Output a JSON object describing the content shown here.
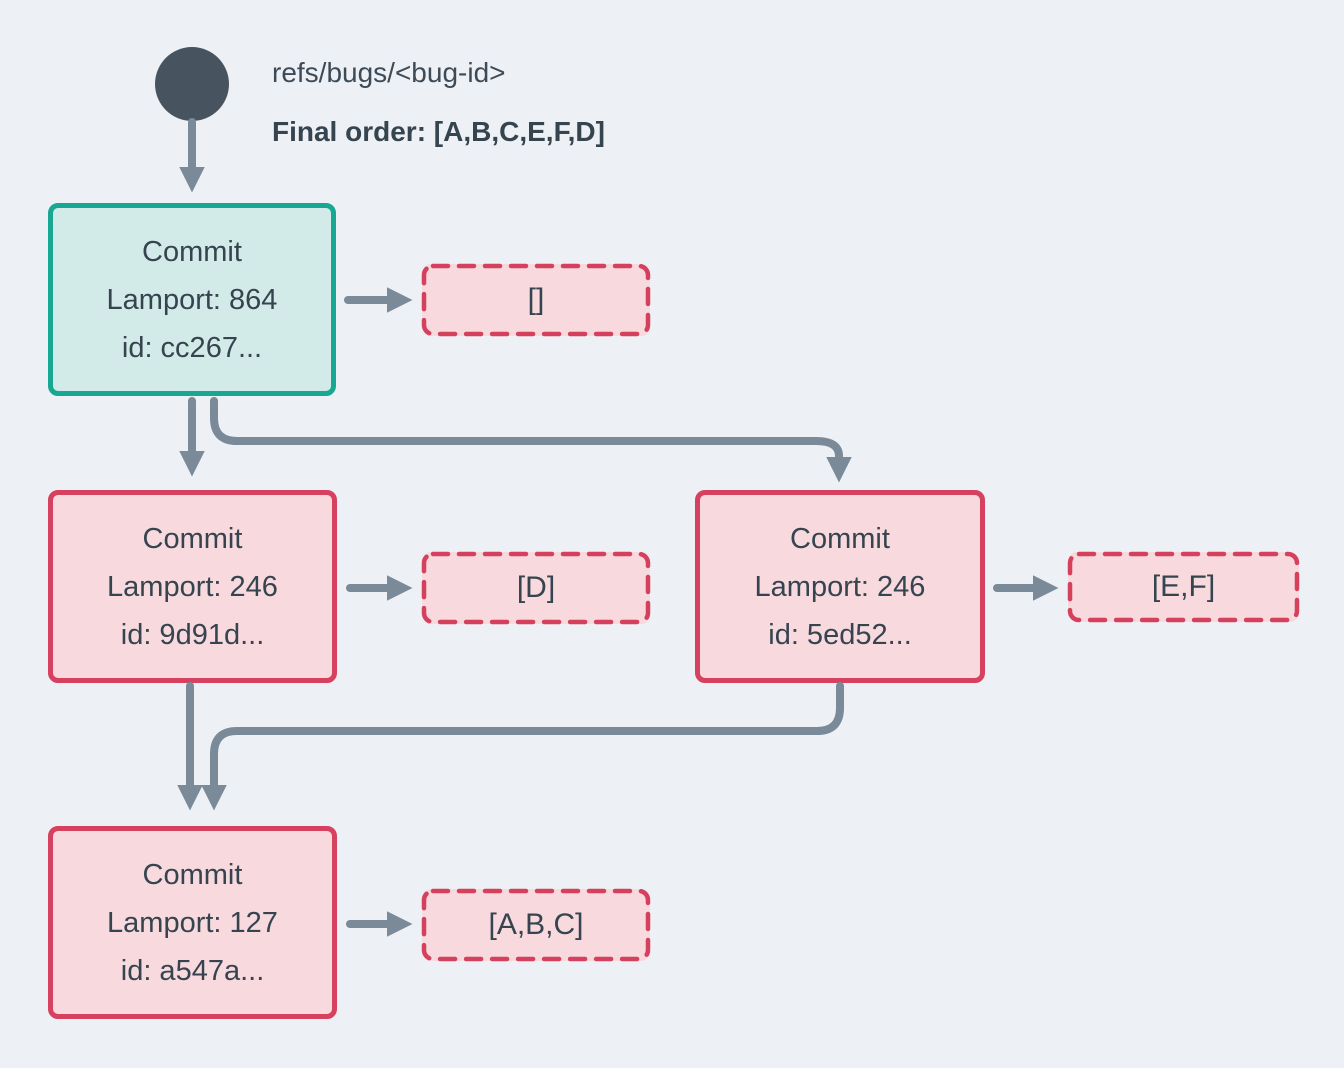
{
  "header": {
    "ref_label": "refs/bugs/<bug-id>",
    "final_order_label": "Final order: [A,B,C,E,F,D]"
  },
  "colors": {
    "background": "#edf1f5",
    "ref_node": "#47535e",
    "arrow": "#7b8a99",
    "teal_border": "#17a792",
    "teal_fill": "#d2ebe8",
    "red_border": "#d5415e",
    "pink_fill": "#f7d9de",
    "text": "#36444f"
  },
  "commits": [
    {
      "title": "Commit",
      "lamport": "Lamport: 864",
      "id": "id: cc267...",
      "operations": "[]"
    },
    {
      "title": "Commit",
      "lamport": "Lamport: 246",
      "id": "id: 9d91d...",
      "operations": "[D]"
    },
    {
      "title": "Commit",
      "lamport": "Lamport: 246",
      "id": "id: 5ed52...",
      "operations": "[E,F]"
    },
    {
      "title": "Commit",
      "lamport": "Lamport: 127",
      "id": "id: a547a...",
      "operations": "[A,B,C]"
    }
  ]
}
